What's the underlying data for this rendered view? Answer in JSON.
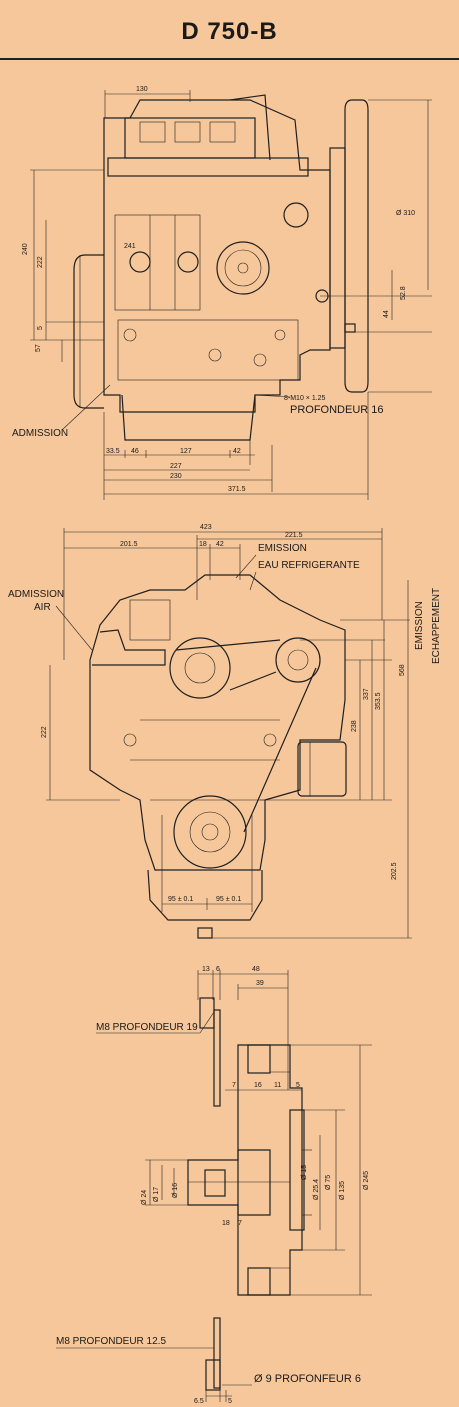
{
  "header": {
    "title": "D 750-B"
  },
  "view_top": {
    "dims": {
      "d130": "130",
      "d310": "Ø 310",
      "d240": "240",
      "d222": "222",
      "d241": "241",
      "d52_8": "52.8",
      "d44": "44",
      "d57": "57",
      "d5": "5",
      "d33_5": "33.5",
      "d46": "46",
      "d127": "127",
      "d42": "42",
      "d227": "227",
      "d230": "230",
      "d371_5": "371.5",
      "thread": "8-M10 × 1.25"
    },
    "labels": {
      "admission": "ADMISSION",
      "profondeur": "PROFONDEUR 16"
    }
  },
  "view_mid": {
    "dims": {
      "d423": "423",
      "d221_5": "221.5",
      "d201_5": "201.5",
      "d18": "18",
      "d42": "42",
      "d222": "222",
      "d238": "238",
      "d337": "337",
      "d353_5": "353.5",
      "d568": "568",
      "d202_5": "202.5",
      "d95a": "95 ± 0.1",
      "d95b": "95 ± 0.1"
    },
    "labels": {
      "admission": "ADMISSION",
      "air": "AIR",
      "emission": "EMISSION",
      "eau": "EAU REFRIGERANTE",
      "emission2": "EMISSION",
      "echappement": "ECHAPPEMENT"
    }
  },
  "view_bot": {
    "dims": {
      "d13": "13",
      "d6": "6",
      "d48": "48",
      "d39": "39",
      "d7": "7",
      "d16": "16",
      "d11": "11",
      "d5": "5",
      "d18": "18",
      "d7b": "7",
      "dia24": "Ø 24",
      "dia17": "Ø 17",
      "dia16": "Ø 16",
      "dia15": "Ø 15",
      "dia25_4": "Ø 25.4",
      "dia75": "Ø 75",
      "dia135": "Ø 135",
      "dia245": "Ø 245",
      "d6_5": "6.5",
      "d5b": "5"
    },
    "labels": {
      "m8_19": "M8 PROFONDEUR 19",
      "m8_12": "M8 PROFONDEUR 12.5",
      "dia9": "Ø 9 PROFONFEUR 6"
    }
  }
}
